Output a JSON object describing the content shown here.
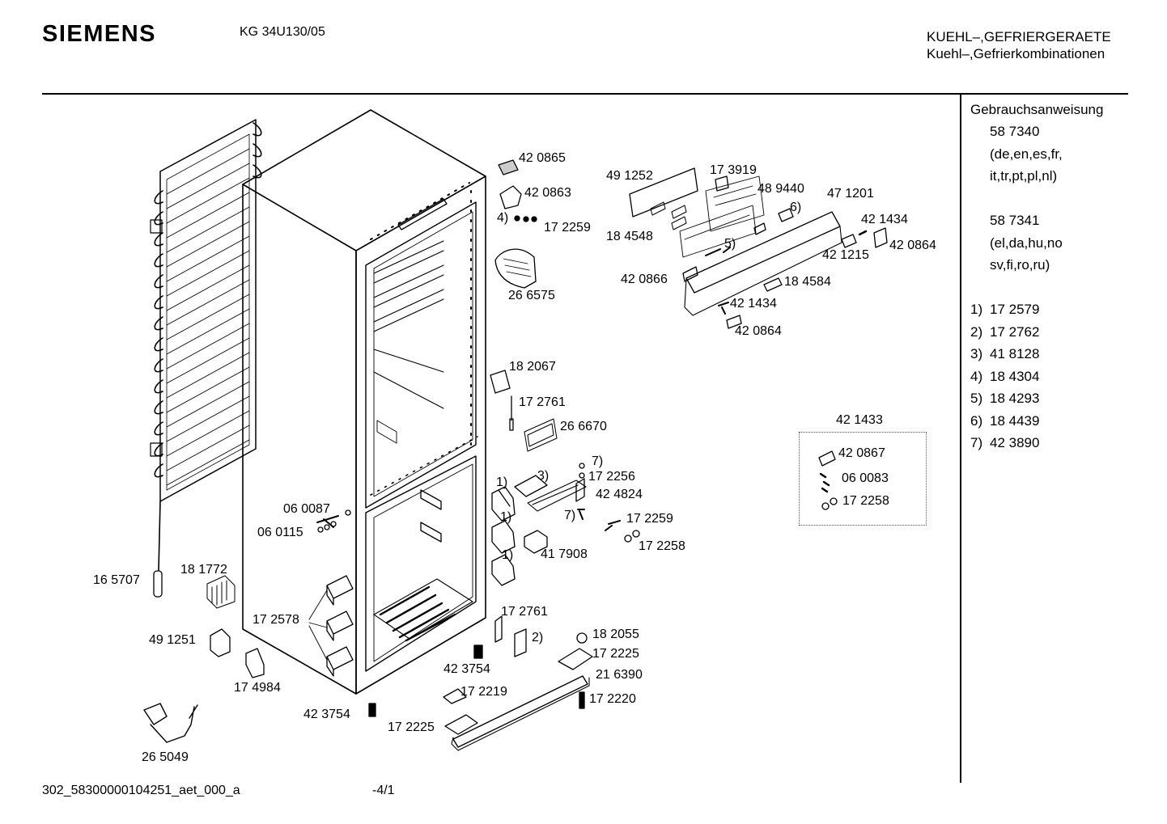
{
  "header": {
    "brand": "SIEMENS",
    "model": "KG 34U130/05",
    "category_line1": "KUEHL–,GEFRIERGERAETE",
    "category_line2": "Kuehl–,Gefrierkombinationen"
  },
  "sidebar": {
    "title": "Gebrauchsanweisung",
    "manual1_number": "58 7340",
    "manual1_lang_a": "(de,en,es,fr,",
    "manual1_lang_b": "it,tr,pt,pl,nl)",
    "manual2_number": "58 7341",
    "manual2_lang_a": "(el,da,hu,no",
    "manual2_lang_b": "sv,fi,ro,ru)",
    "footnotes": [
      {
        "key": "1)",
        "part": "17 2579"
      },
      {
        "key": "2)",
        "part": "17 2762"
      },
      {
        "key": "3)",
        "part": "41 8128"
      },
      {
        "key": "4)",
        "part": "18 4304"
      },
      {
        "key": "5)",
        "part": "18 4293"
      },
      {
        "key": "6)",
        "part": "18 4439"
      },
      {
        "key": "7)",
        "part": "42 3890"
      }
    ]
  },
  "kit": {
    "title": "42 1433",
    "items": [
      "42 0867",
      "06 0083",
      "17 2258"
    ]
  },
  "parts": {
    "p420865": "42 0865",
    "p420863": "42 0863",
    "fn4": "4)",
    "p172259a": "17 2259",
    "p491252": "49 1252",
    "p173919": "17 3919",
    "p489440": "48 9440",
    "p471201": "47 1201",
    "fn6": "6)",
    "p421434a": "42 1434",
    "p184548a": "18 4548",
    "fn5": "5)",
    "p421215": "42 1215",
    "p420864a": "42 0864",
    "p420866": "42 0866",
    "p184584": "18 4584",
    "p266575": "26 6575",
    "p421434b": "42 1434",
    "p420864b": "42 0864",
    "p182067": "18 2067",
    "p172761a": "17 2761",
    "p266670": "26 6670",
    "fn7a": "7)",
    "p172256": "17 2256",
    "fn3": "3)",
    "p424824": "42 4824",
    "fn1a": "1)",
    "fn1b": "1)",
    "fn7b": "7)",
    "p172259b": "17 2259",
    "p172258": "17 2258",
    "p060087": "06 0087",
    "p060115": "06 0115",
    "p417908": "41 7908",
    "fn1c": "1)",
    "p165707": "16 5707",
    "p181772": "18 1772",
    "p172578": "17 2578",
    "p172761b": "17 2761",
    "p491251": "49 1251",
    "p182055": "18 2055",
    "fn2": "2)",
    "p172225a": "17 2225",
    "p423754a": "42 3754",
    "p216390": "21 6390",
    "p174984": "17 4984",
    "p172219": "17 2219",
    "p172220": "17 2220",
    "p423754b": "42 3754",
    "p172225b": "17 2225",
    "p265049": "26 5049"
  },
  "footer": {
    "document_id": "302_58300000104251_aet_000_a",
    "page": "-4/1"
  }
}
